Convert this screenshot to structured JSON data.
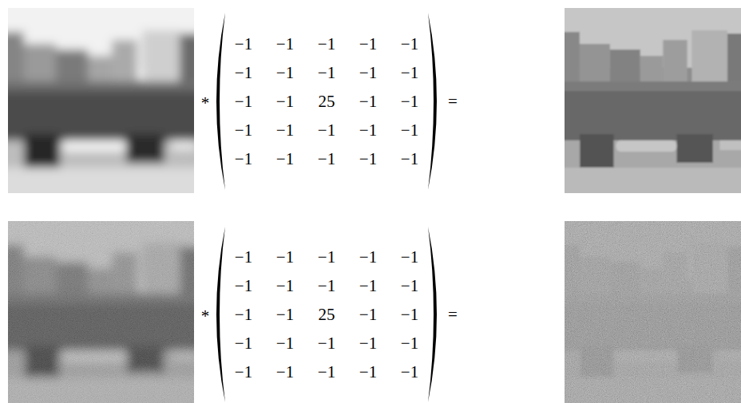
{
  "diagram": {
    "labels": [
      "*",
      "−1",
      "−1",
      "−1",
      "−1",
      "−1",
      "−1",
      "−1",
      "−1",
      "−1",
      "−1",
      "−1",
      "−1",
      "25",
      "−1",
      "−1",
      "−1",
      "−1",
      "−1",
      "−1",
      "−1",
      "−1",
      "−1",
      "−1",
      "−1",
      "−1",
      "=",
      "*",
      "−1",
      "−1",
      "−1",
      "−1",
      "−1",
      "−1",
      "−1",
      "−1",
      "−1",
      "−1",
      "−1",
      "−1",
      "25",
      "−1",
      "−1",
      "−1",
      "−1",
      "−1",
      "−1",
      "−1",
      "−1",
      "−1",
      "−1",
      "−1",
      "−1",
      "="
    ]
  }
}
